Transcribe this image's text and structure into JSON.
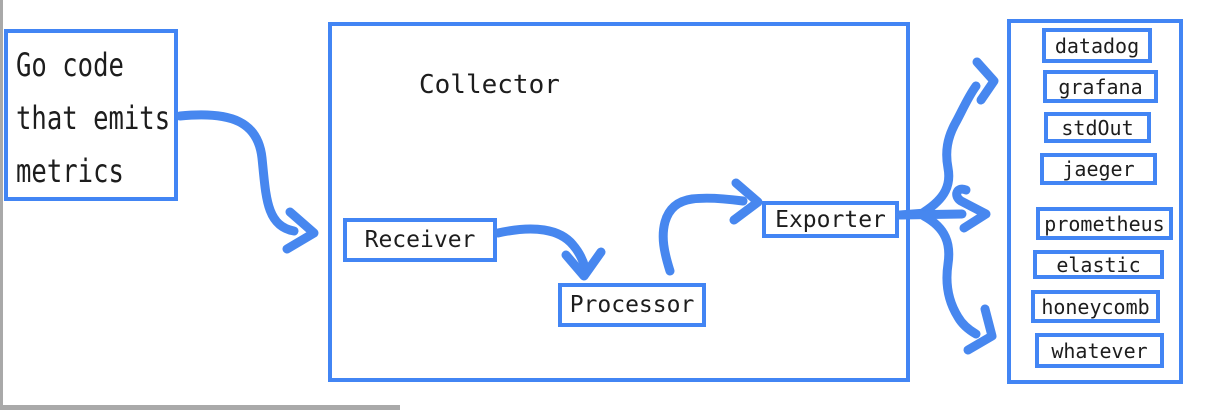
{
  "colors": {
    "accent": "#4285f4",
    "arrow": "#4787ef",
    "text": "#1d1d1d",
    "window_edge": "#a9a9a9"
  },
  "source_box": {
    "lines": [
      "Go code",
      "that emits",
      "metrics"
    ]
  },
  "collector": {
    "title": "Collector",
    "components": [
      {
        "label": "Receiver"
      },
      {
        "label": "Processor"
      },
      {
        "label": "Exporter"
      }
    ]
  },
  "destinations": {
    "items": [
      "datadog",
      "grafana",
      "stdOut",
      "jaeger",
      "prometheus",
      "elastic",
      "honeycomb",
      "whatever"
    ]
  },
  "arrows": [
    {
      "name": "source-to-collector",
      "from": "source-box",
      "to": "receiver-box"
    },
    {
      "name": "receiver-to-processor",
      "from": "receiver-box",
      "to": "processor-box"
    },
    {
      "name": "processor-to-exporter",
      "from": "processor-box",
      "to": "exporter-box"
    },
    {
      "name": "exporter-to-destinations-top",
      "from": "exporter-box",
      "to": "destinations-box"
    },
    {
      "name": "exporter-to-destinations-middle",
      "from": "exporter-box",
      "to": "destinations-box"
    },
    {
      "name": "exporter-to-destinations-bottom",
      "from": "exporter-box",
      "to": "destinations-box"
    }
  ]
}
